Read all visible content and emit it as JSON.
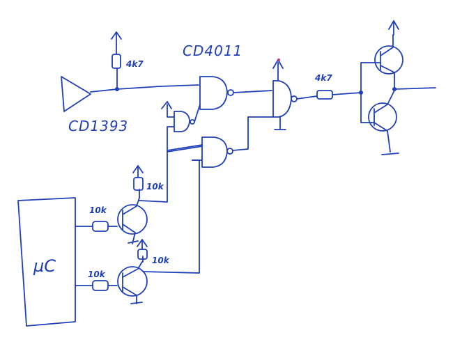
{
  "labels": {
    "comparator": "CD1393",
    "gate_chip": "CD4011",
    "microcontroller": "µC",
    "r_pullup_top": "4k7",
    "r_output": "4k7",
    "r_base_1": "10k",
    "r_base_2": "10k",
    "r_collector_1": "10k",
    "r_collector_2": "10k"
  },
  "colors": {
    "ink": "#1f3fb8",
    "paper": "#ffffff",
    "accent_dot": "#d0307a"
  }
}
